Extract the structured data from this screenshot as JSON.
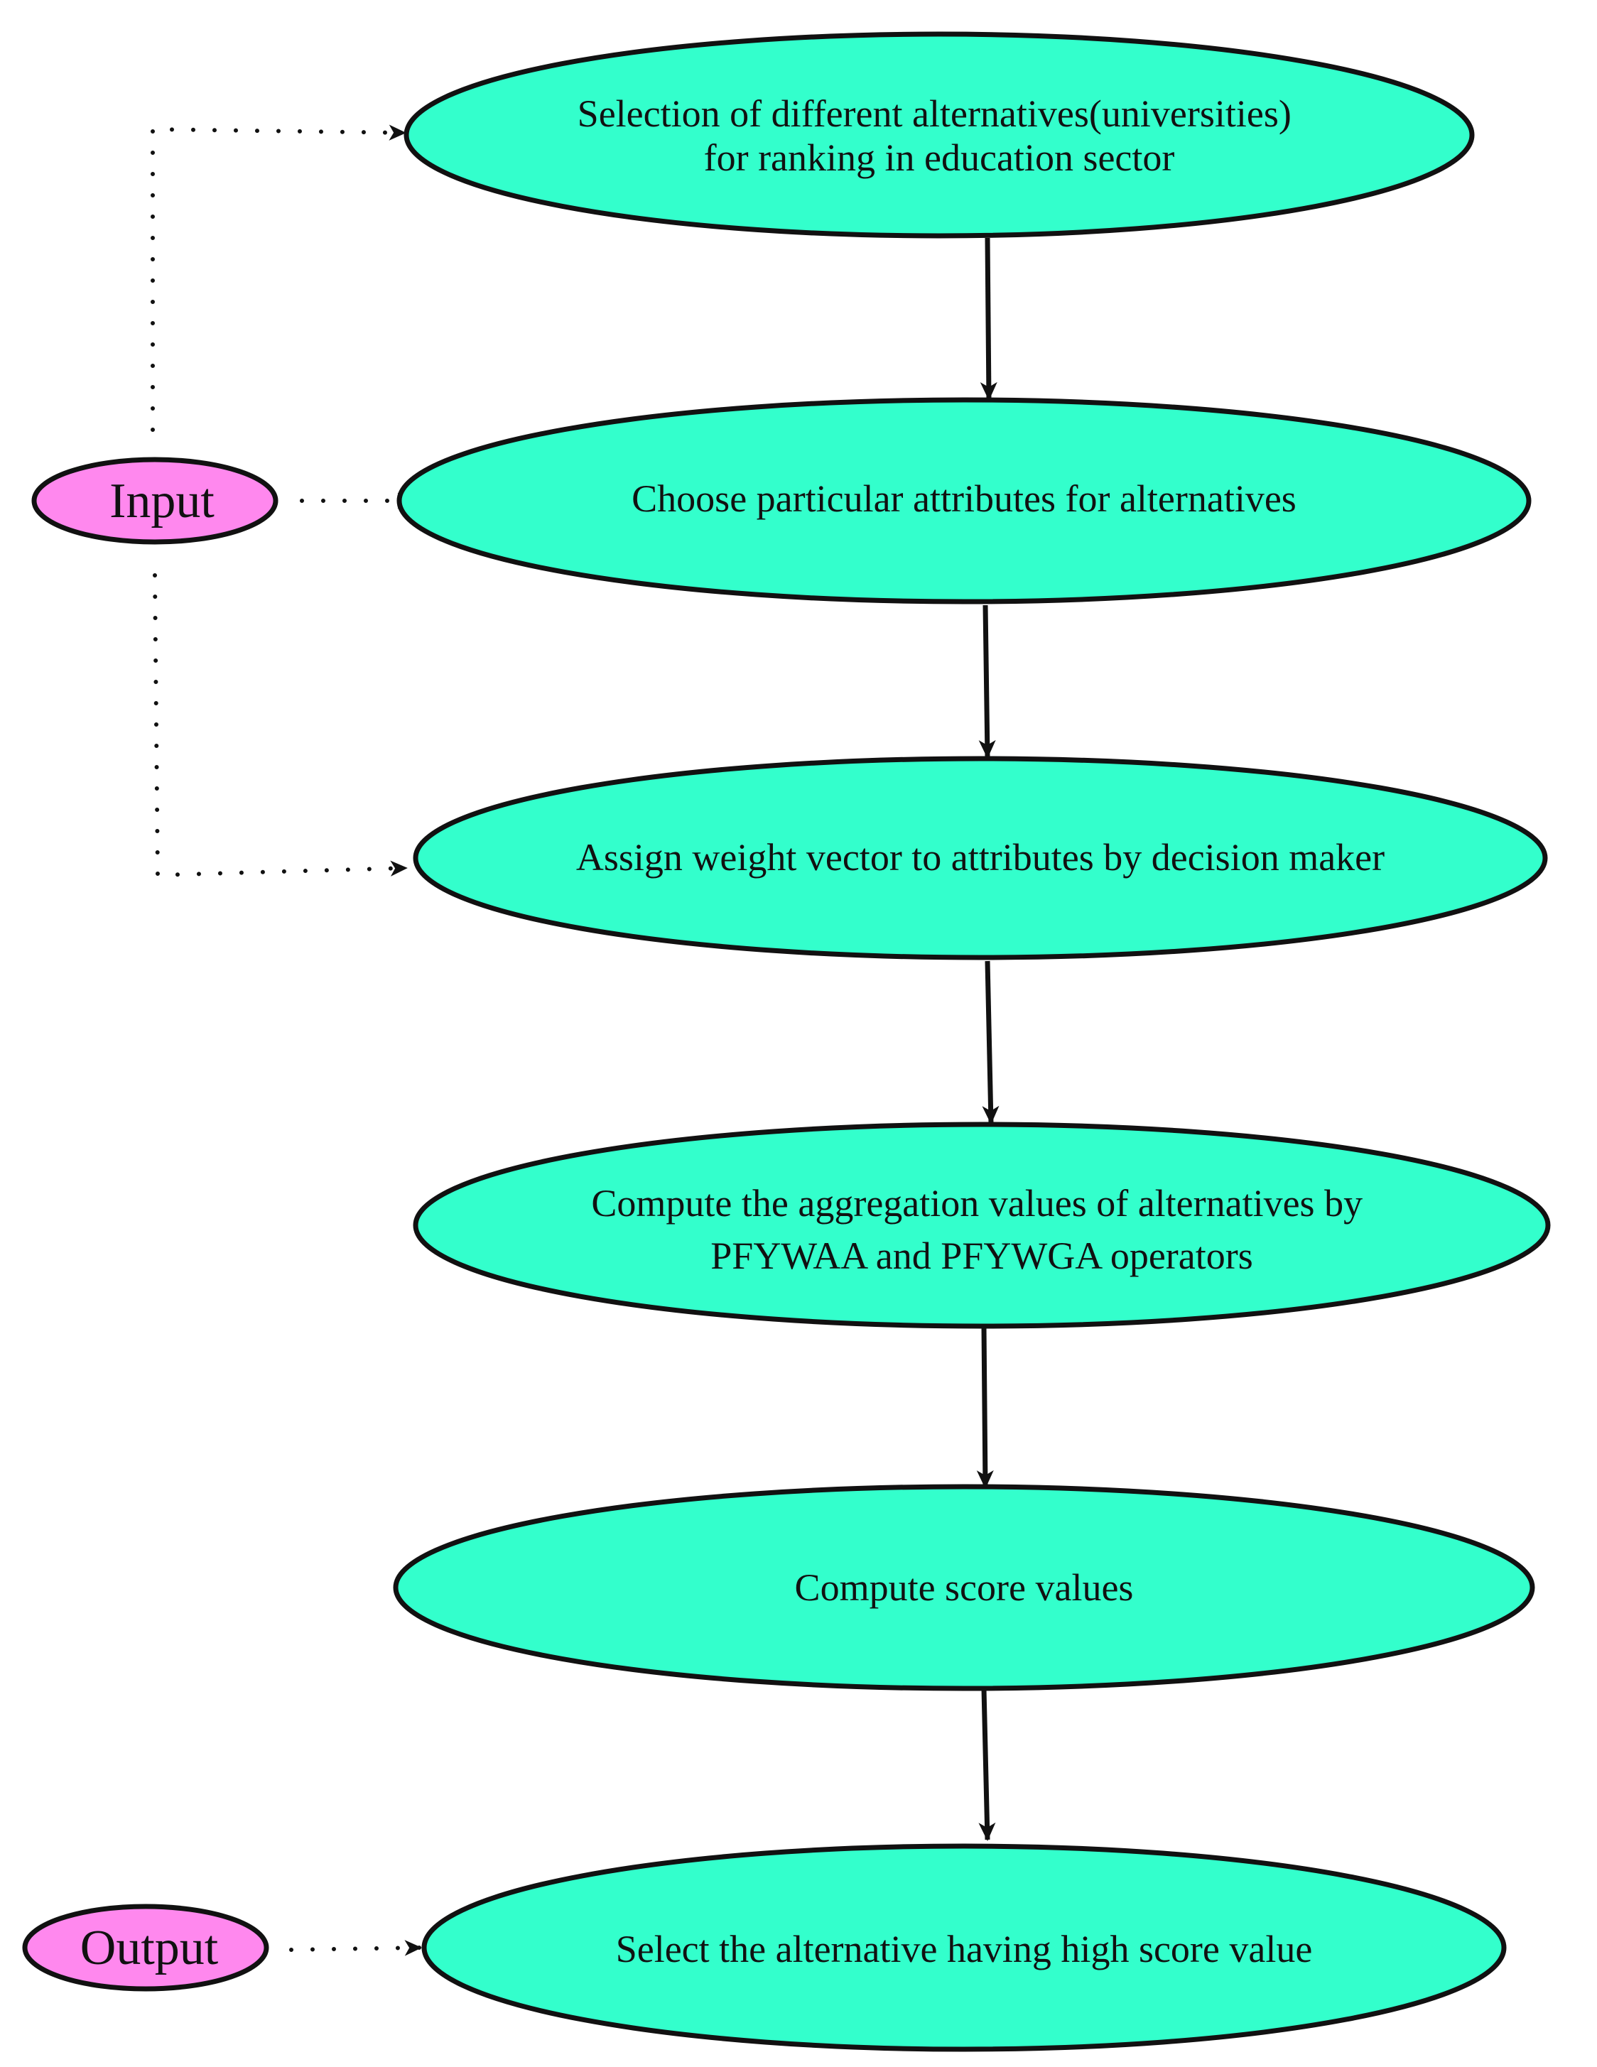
{
  "colors": {
    "process_fill": "#33FFCC",
    "io_fill": "#FF88EE",
    "stroke": "#111111"
  },
  "input_node": {
    "label": "Input"
  },
  "output_node": {
    "label": "Output"
  },
  "steps": [
    {
      "lines": [
        "Selection of different alternatives(universities)",
        "for ranking in education sector"
      ]
    },
    {
      "lines": [
        "Choose particular attributes for alternatives"
      ]
    },
    {
      "lines": [
        "Assign weight vector to attributes by decision maker"
      ]
    },
    {
      "lines": [
        "Compute the aggregation values of alternatives by",
        "PFYWAA and PFYWGA operators"
      ]
    },
    {
      "lines": [
        "Compute score values"
      ]
    },
    {
      "lines": [
        "Select the alternative having high score value"
      ]
    }
  ]
}
